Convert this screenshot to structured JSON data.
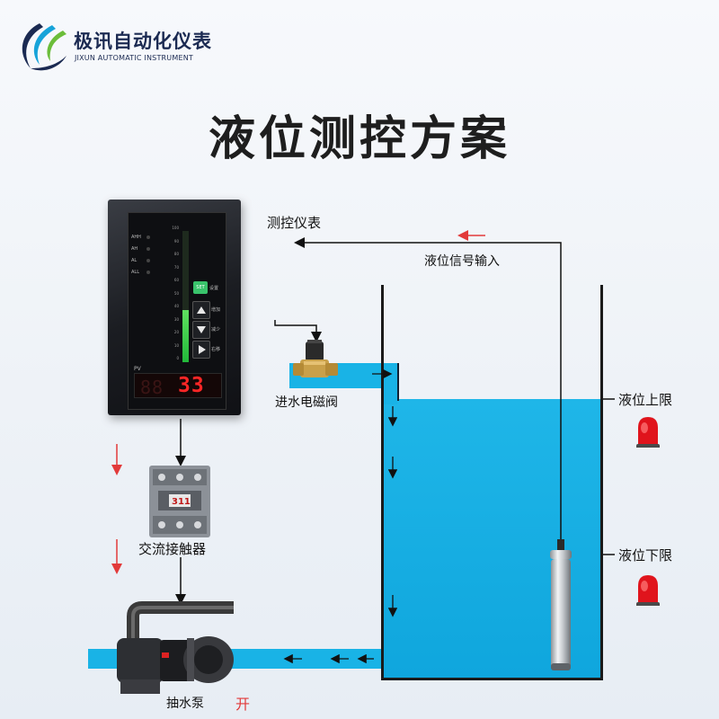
{
  "logo": {
    "name_cn": "极讯自动化仪表",
    "name_en": "JIXUN AUTOMATIC INSTRUMENT"
  },
  "title": "液位测控方案",
  "labels": {
    "controller": "测控仪表",
    "signal_input": "液位信号输入",
    "inlet_valve": "进水电磁阀",
    "upper_limit": "液位上限",
    "lower_limit": "液位下限",
    "contactor": "交流接触器",
    "pump": "抽水泵",
    "pump_state": "开"
  },
  "controller": {
    "alarm_labels": [
      "AHH",
      "AH",
      "AL",
      "ALL"
    ],
    "scale_ticks": [
      "100",
      "90",
      "80",
      "70",
      "60",
      "50",
      "40",
      "30",
      "20",
      "10",
      "0"
    ],
    "bar_level_percent": 40,
    "pv_label": "PV",
    "display_value": "33",
    "buttons": [
      {
        "key": "SET",
        "label": "设置"
      },
      {
        "key": "up",
        "label": "增加"
      },
      {
        "key": "down",
        "label": "减少"
      },
      {
        "key": "right",
        "label": "右移"
      }
    ]
  },
  "contactor": {
    "model": "311"
  },
  "colors": {
    "water": "#19b3e6",
    "arrow_red": "#e23a3a",
    "lamp_red": "#e0141c",
    "bar_green": "#2ecc40"
  }
}
